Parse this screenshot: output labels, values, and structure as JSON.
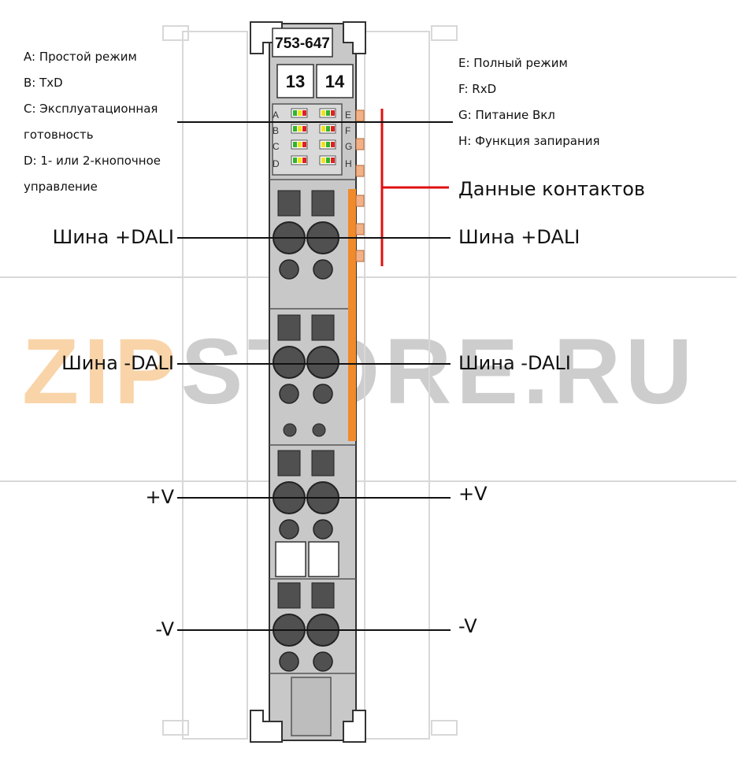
{
  "module": {
    "model": "753-647",
    "channel_left": "13",
    "channel_right": "14"
  },
  "led_letters_left": [
    "A",
    "B",
    "C",
    "D"
  ],
  "led_letters_right": [
    "E",
    "F",
    "G",
    "H"
  ],
  "legend_left": [
    "A: Простой режим",
    "B: TxD",
    "C: Эксплуатационная",
    "готовность",
    "D: 1- или 2-кнопочное",
    "управление"
  ],
  "legend_right": [
    "E: Полный режим",
    "F: RxD",
    "G: Питание Вкл",
    "H: Функция запирания"
  ],
  "data_contacts_label": "Данные контактов",
  "labels": {
    "dali_plus_left": "Шина +DALI",
    "dali_plus_right": "Шина +DALI",
    "dali_minus_left": "Шина -DALI",
    "dali_minus_right": "Шина -DALI",
    "v_plus_left": "+V",
    "v_plus_right": "+V",
    "v_minus_left": "-V",
    "v_minus_right": "-V"
  },
  "watermark": {
    "part_a": "ZIP",
    "part_b": "STORE.RU"
  },
  "colors": {
    "housing": "#c8c8c8",
    "housing_dark": "#a9a9a9",
    "contact_dark": "#505050",
    "orange_strip": "#f08a2a",
    "red_bracket": "#e01010",
    "led_green": "#2db52d",
    "led_red": "#e02020",
    "led_yellow": "#f2e21a"
  }
}
